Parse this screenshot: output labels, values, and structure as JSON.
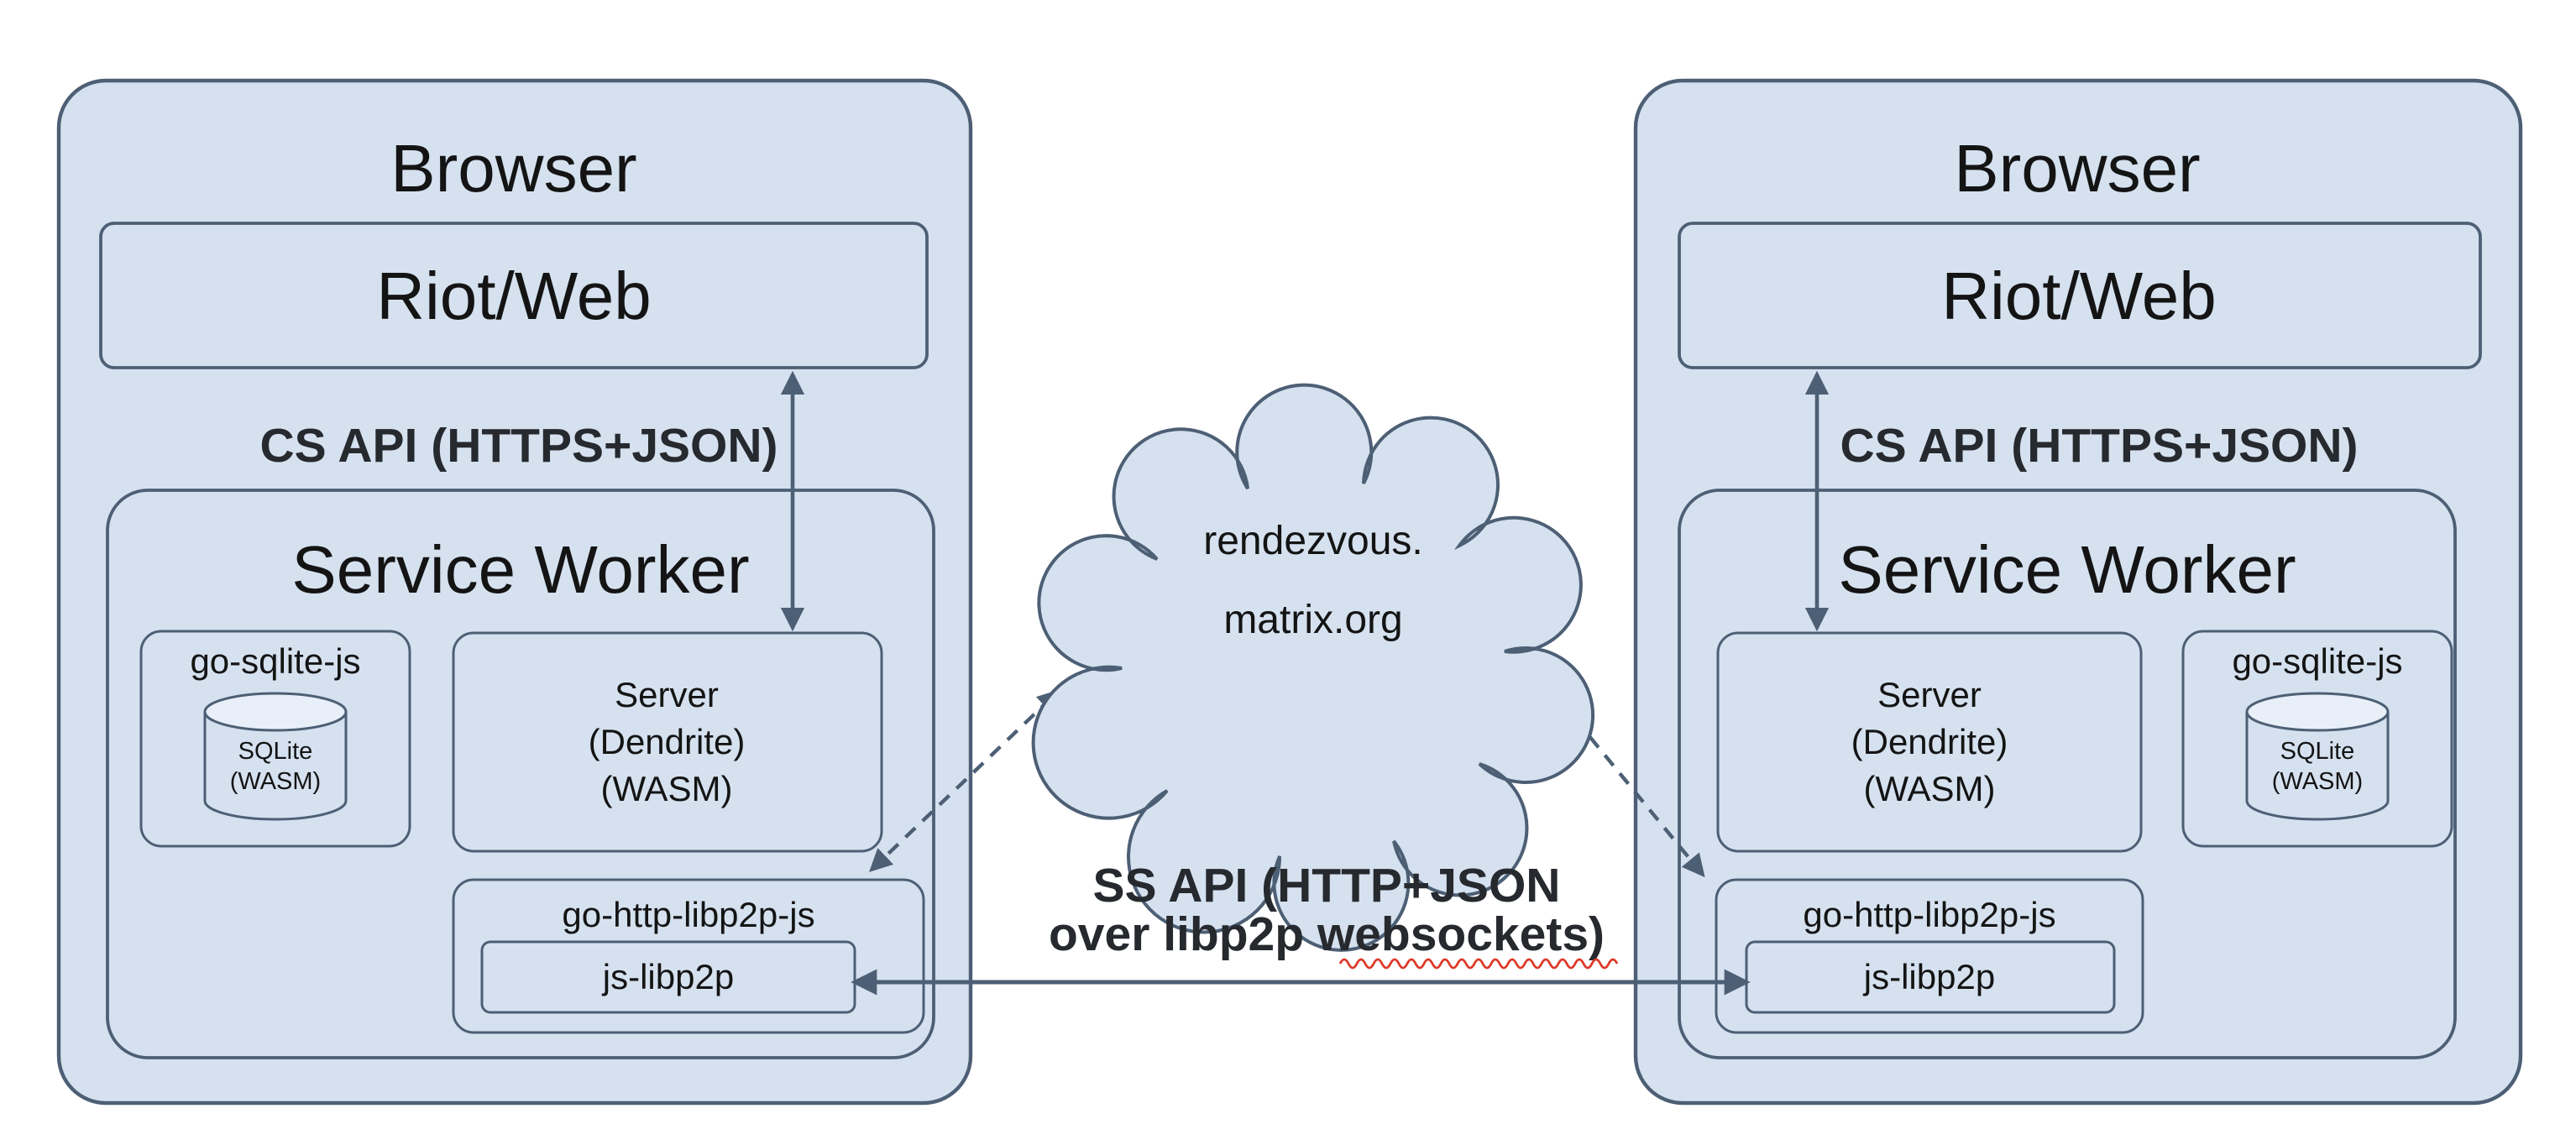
{
  "colors": {
    "box_fill": "#d5e1ef",
    "box_stroke": "#4d5f75",
    "arrow_color": "#4d5f75",
    "text_color": "#141414",
    "label_bold_color": "#26292e",
    "cylinder_top_fill": "#e8eff8",
    "squiggle_color": "#dd3a28",
    "background": "#ffffff"
  },
  "left": {
    "browser_title": "Browser",
    "riot_web_label": "Riot/Web",
    "cs_api_label": "CS API (HTTPS+JSON)",
    "service_worker_title": "Service Worker",
    "go_sqlite_label": "go-sqlite-js",
    "sqlite_db_line1": "SQLite",
    "sqlite_db_line2": "(WASM)",
    "server_line1": "Server",
    "server_line2": "(Dendrite)",
    "server_line3": "(WASM)",
    "go_http_label": "go-http-libp2p-js",
    "js_libp2p_label": "js-libp2p"
  },
  "right": {
    "browser_title": "Browser",
    "riot_web_label": "Riot/Web",
    "cs_api_label": "CS API (HTTPS+JSON)",
    "service_worker_title": "Service Worker",
    "go_sqlite_label": "go-sqlite-js",
    "sqlite_db_line1": "SQLite",
    "sqlite_db_line2": "(WASM)",
    "server_line1": "Server",
    "server_line2": "(Dendrite)",
    "server_line3": "(WASM)",
    "go_http_label": "go-http-libp2p-js",
    "js_libp2p_label": "js-libp2p"
  },
  "center": {
    "cloud_line1": "rendezvous.",
    "cloud_line2": "matrix.org",
    "ss_api_line1": "SS API (HTTP+JSON",
    "ss_api_line2": "over libp2p websockets)"
  }
}
